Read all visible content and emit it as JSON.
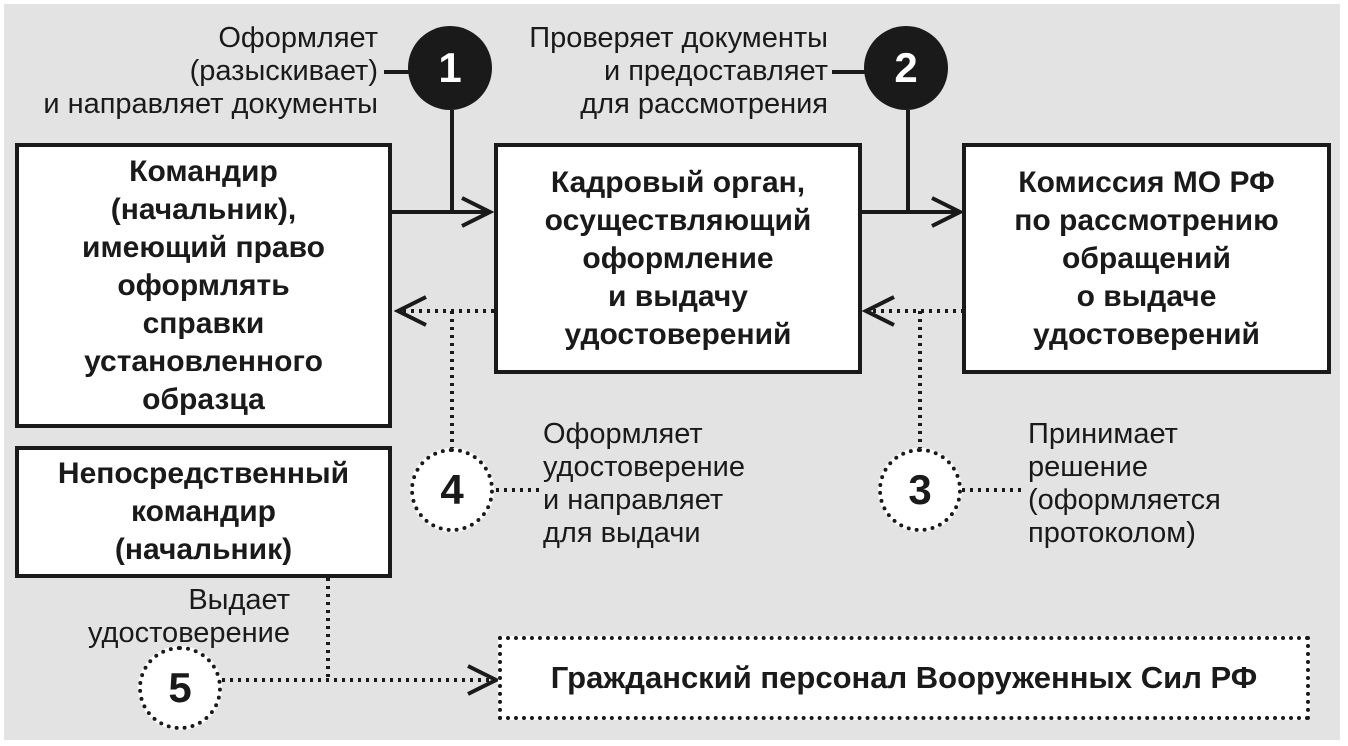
{
  "boxes": {
    "commander": "Командир\n(начальник),\nимеющий право\nоформлять\nсправки\nустановленного\nобразца",
    "hr": "Кадровый орган,\nосуществляющий\nоформление\nи выдачу\nудостоверений",
    "commission": "Комиссия МО РФ\nпо рассмотрению\nобращений\nо выдаче\nудостоверений",
    "direct_commander": "Непосредственный\nкомандир\n(начальник)",
    "civilian": "Гражданский персонал Вооруженных Сил РФ"
  },
  "steps": [
    {
      "number": "1",
      "text": "Оформляет\n(разыскивает)\nи направляет документы"
    },
    {
      "number": "2",
      "text": "Проверяет документы\nи предоставляет\nдля рассмотрения"
    },
    {
      "number": "3",
      "text": "Принимает\nрешение\n(оформляется\nпротоколом)"
    },
    {
      "number": "4",
      "text": "Оформляет\nудостоверение\nи направляет\nдля выдачи"
    },
    {
      "number": "5",
      "text": "Выдает\nудостоверение"
    }
  ],
  "colors": {
    "background": "#e3e3e3",
    "line": "#1a1a1a",
    "box": "#ffffff"
  }
}
